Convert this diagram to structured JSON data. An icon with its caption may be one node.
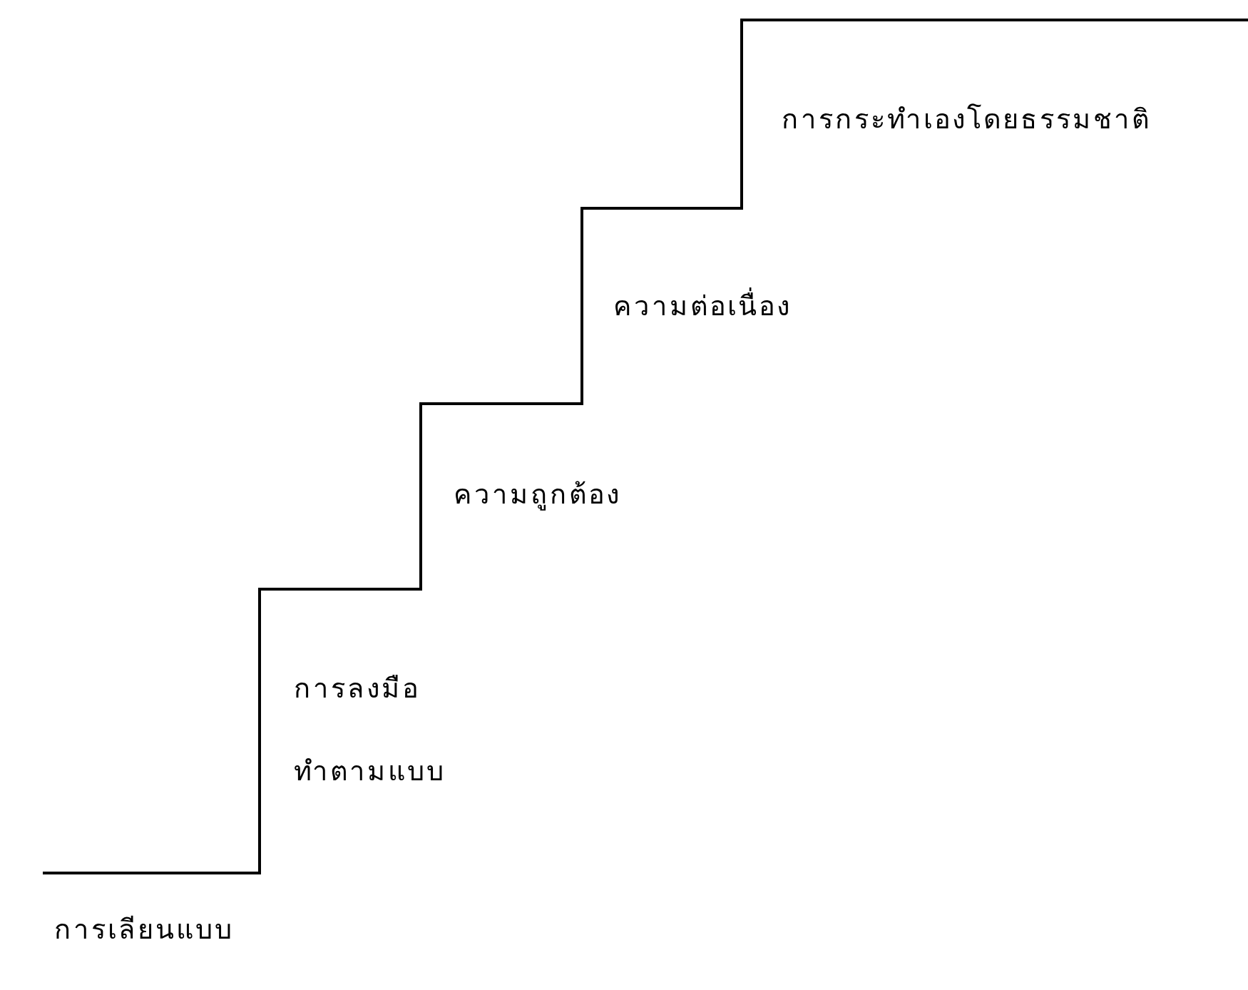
{
  "diagram": {
    "labels": [
      "การกระทำเองโดยธรรมชาติ",
      "ความต่อเนื่อง",
      "ความถูกต้อง",
      "การลงมือ",
      "ทำตามแบบ",
      "การเลียนแบบ"
    ]
  }
}
